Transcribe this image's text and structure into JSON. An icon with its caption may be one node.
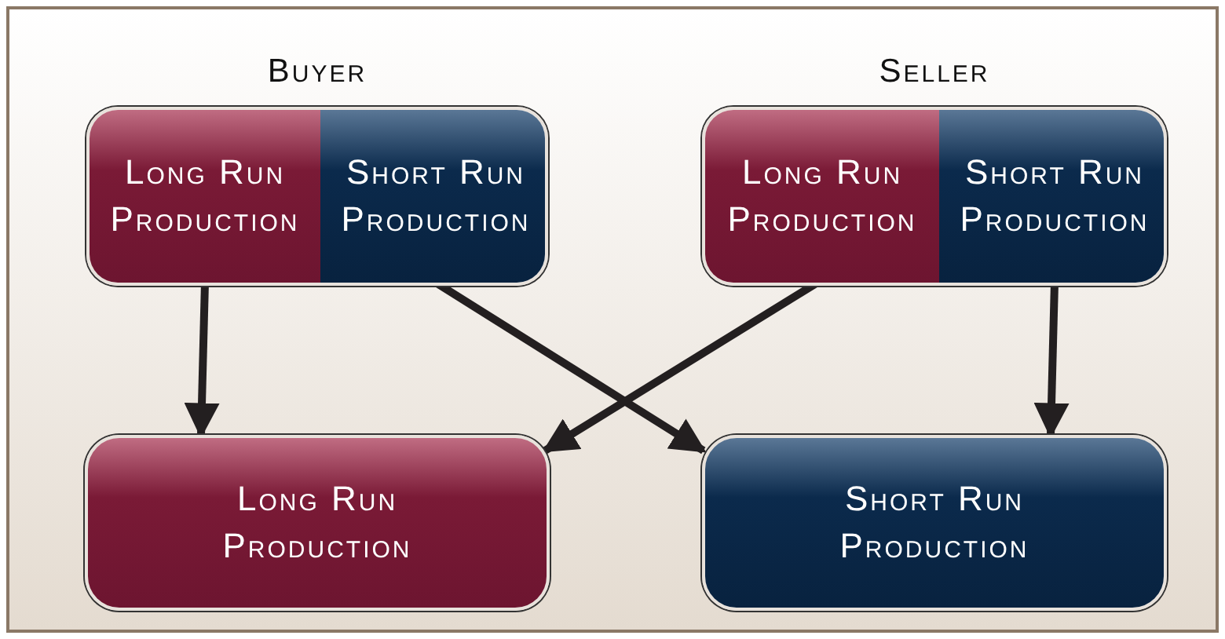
{
  "diagram": {
    "nodes": [
      {
        "text": [
          "Buyer"
        ]
      },
      {
        "text": [
          "Long Run Production"
        ],
        "in": 0
      },
      {
        "text": [
          "Short Run Production"
        ],
        "in": 0
      },
      {
        "text": [
          "Seller"
        ]
      },
      {
        "text": [
          "Long Run Production"
        ],
        "in": 3
      },
      {
        "text": [
          "Short Run Production"
        ],
        "in": 3
      },
      {
        "text": [
          "Long Run Production"
        ]
      },
      {
        "text": [
          "Short Run Production"
        ]
      }
    ],
    "edges": [
      {
        "from": 1,
        "to": 6,
        "arrow": "to"
      },
      {
        "from": 2,
        "to": 7,
        "arrow": "to"
      },
      {
        "from": 4,
        "to": 6,
        "arrow": "to"
      },
      {
        "from": 5,
        "to": 7,
        "arrow": "to"
      }
    ]
  }
}
